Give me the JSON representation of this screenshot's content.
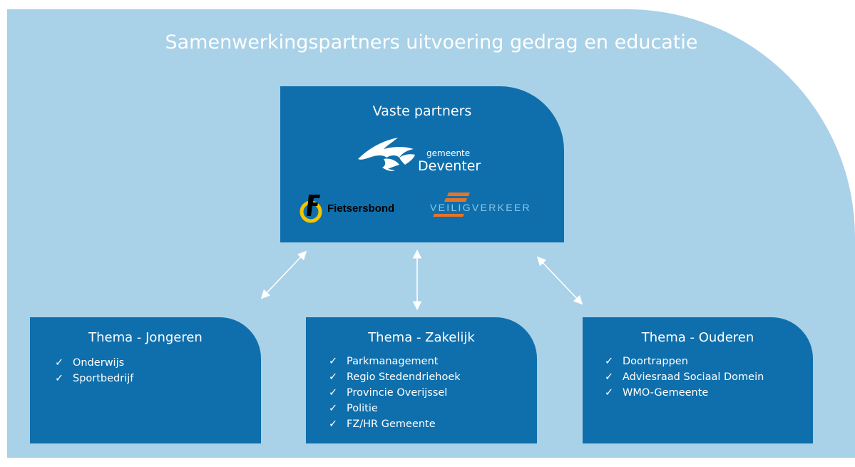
{
  "title": "Samenwerkingspartners uitvoering gedrag en educatie",
  "center": {
    "title": "Vaste partners",
    "logos": {
      "deventer": {
        "line1": "gemeente",
        "line2": "Deventer"
      },
      "fietsersbond": {
        "text": "Fietsersbond"
      },
      "veiligverkeer": {
        "text": "VEILIGVERKEER"
      }
    }
  },
  "boxes": [
    {
      "title": "Thema - Jongeren",
      "items": [
        "Onderwijs",
        "Sportbedrijf"
      ]
    },
    {
      "title": "Thema - Zakelijk",
      "items": [
        "Parkmanagement",
        "Regio Stedendriehoek",
        "Provincie Overijssel",
        "Politie",
        "FZ/HR Gemeente"
      ]
    },
    {
      "title": "Thema - Ouderen",
      "items": [
        "Doortrappen",
        "Adviesraad Sociaal Domein",
        "WMO-Gemeente"
      ]
    }
  ],
  "check_glyph": "✓",
  "colors": {
    "background": "#a9d1e7",
    "box": "#0f6fac",
    "text": "#ffffff",
    "fietsersbond_yellow": "#f5c400",
    "veiligverkeer_orange": "#e8742a"
  }
}
